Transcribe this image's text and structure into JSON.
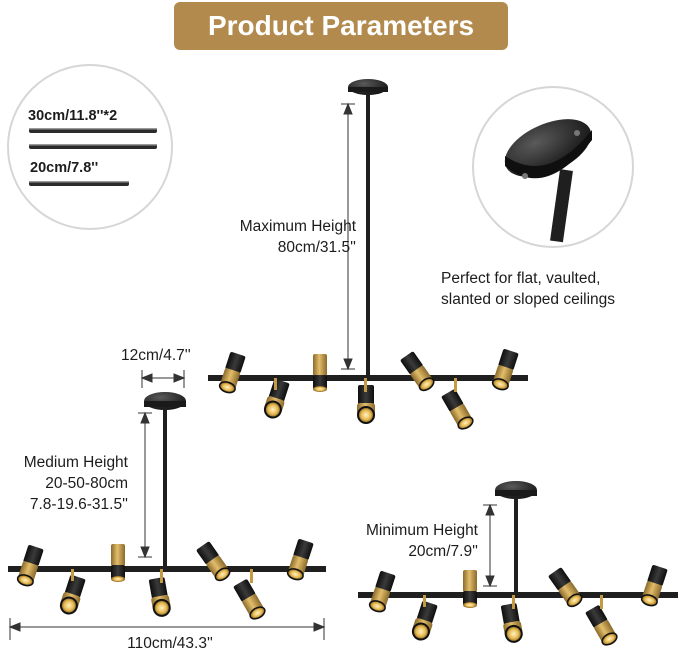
{
  "header": {
    "title": "Product Parameters"
  },
  "rods": {
    "long_label": "30cm/11.8''*2",
    "short_label": "20cm/7.8''"
  },
  "mount": {
    "caption_line1": "Perfect for flat, vaulted,",
    "caption_line2": "slanted or sloped ceilings"
  },
  "max_height": {
    "line1": "Maximum Height",
    "line2": "80cm/31.5''"
  },
  "canopy_width": {
    "label": "12cm/4.7''"
  },
  "medium_height": {
    "line1": "Medium Height",
    "line2": "20-50-80cm",
    "line3": "7.8-19.6-31.5''"
  },
  "width": {
    "label": "110cm/43.3''"
  },
  "min_height": {
    "line1": "Minimum Height",
    "line2": "20cm/7.9''"
  },
  "colors": {
    "banner": "#b38a4d",
    "brass": "#c49a45",
    "black": "#1f1f1f"
  }
}
